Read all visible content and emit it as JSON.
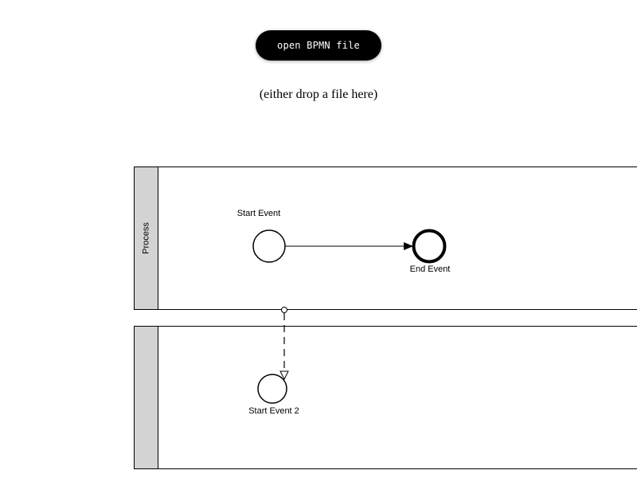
{
  "toolbar": {
    "open_label": "open BPMN file"
  },
  "drop_hint": "(either drop a file here)",
  "diagram": {
    "pools": [
      {
        "name": "Process",
        "elements": [
          {
            "type": "startEvent",
            "label": "Start Event"
          },
          {
            "type": "endEvent",
            "label": "End Event"
          }
        ],
        "flows": [
          {
            "type": "sequenceFlow",
            "from": "Start Event",
            "to": "End Event"
          }
        ]
      },
      {
        "name": "",
        "elements": [
          {
            "type": "startEvent",
            "label": "Start Event 2"
          }
        ]
      }
    ],
    "message_flows": [
      {
        "type": "messageFlow",
        "from": "Process",
        "to": "Start Event 2"
      }
    ],
    "colors": {
      "stroke": "#000000",
      "lane_header": "#d3d3d3",
      "background": "#ffffff"
    }
  }
}
